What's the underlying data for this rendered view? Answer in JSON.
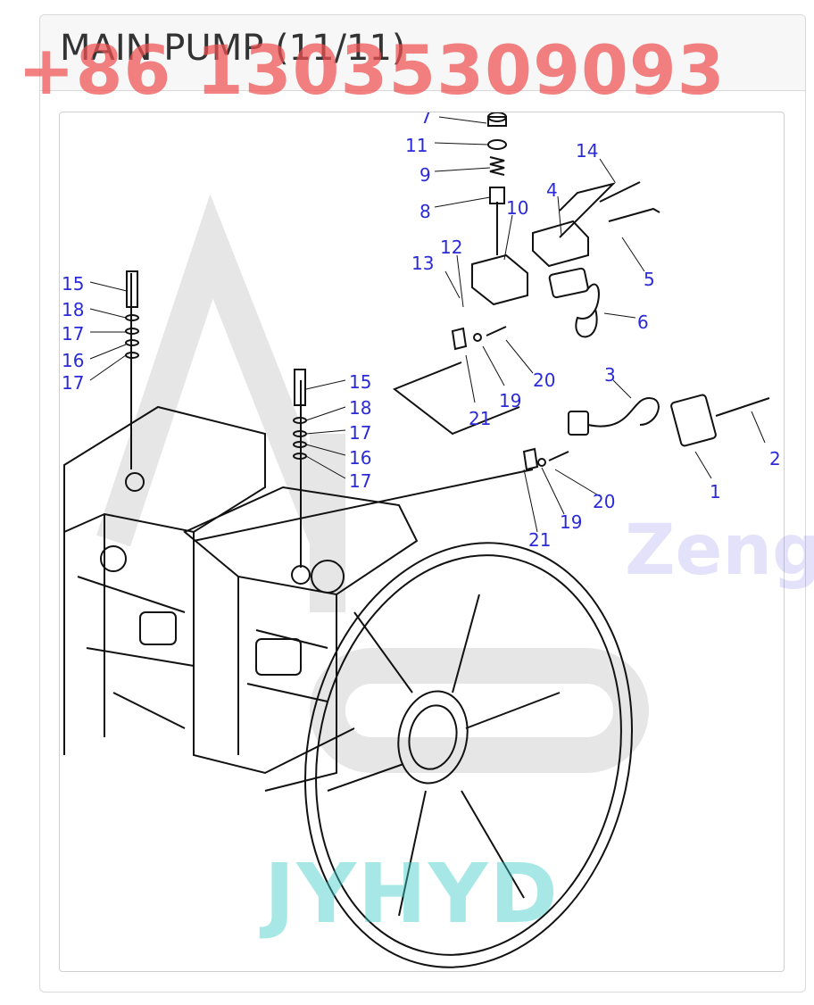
{
  "page": {
    "title": "MAIN PUMP (11/11)"
  },
  "watermarks": {
    "phone": "+86 13035309093",
    "brand_right": "Zeng",
    "brand_bottom": "JYHYD",
    "color_phone": "#ee5050",
    "color_brand": "#3ccdc8"
  },
  "diagram": {
    "callout_color": "#2a2ad8",
    "callouts": [
      "7",
      "11",
      "9",
      "8",
      "10",
      "14",
      "4",
      "5",
      "6",
      "12",
      "13",
      "20",
      "19",
      "21",
      "3",
      "2",
      "1",
      "20",
      "19",
      "21",
      "15",
      "18",
      "17",
      "16",
      "17",
      "15",
      "18",
      "17",
      "16",
      "17"
    ]
  }
}
